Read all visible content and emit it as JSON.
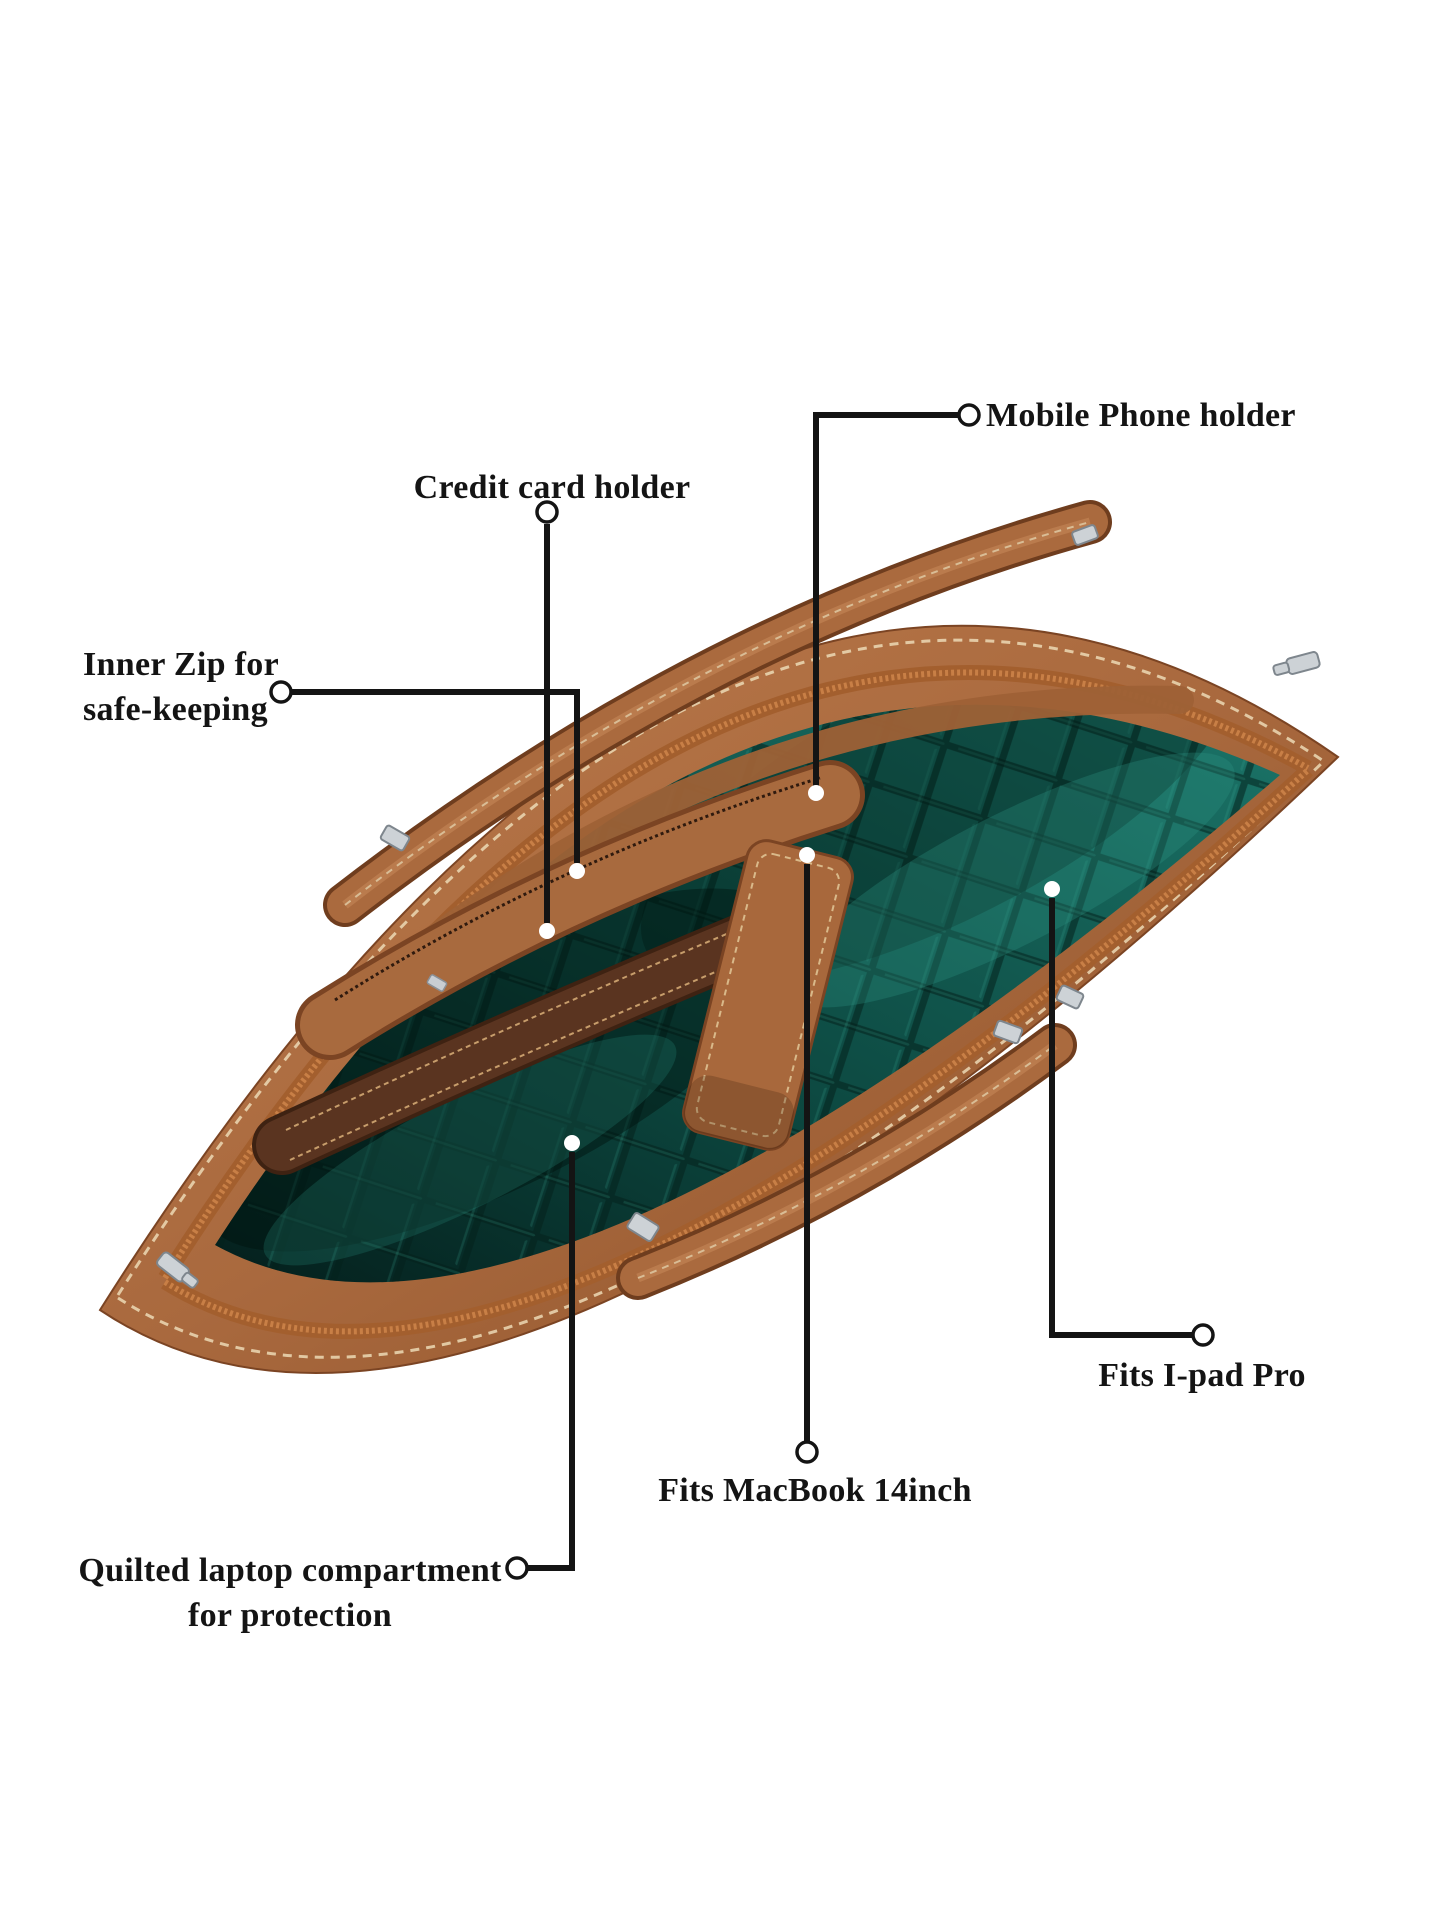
{
  "figure": {
    "type": "annotated-product-diagram",
    "subject": "Top view of an open tan leather laptop briefcase with teal quilted lining",
    "background": "#ffffff"
  },
  "product": {
    "colors": {
      "leather_tan": "#a9693e",
      "leather_dark": "#7b4423",
      "lining_teal": "#0d4a42",
      "lining_teal_dark": "#041f1c",
      "lining_teal_light": "#1b7468",
      "organizer_brown": "#5a3420",
      "stitching_cream": "#ecd9b5",
      "zipper_tape": "#a35f2e",
      "hardware_silver": "#cdd2d6",
      "callout_line": "#141414"
    }
  },
  "callouts": [
    {
      "id": "mobile-phone-holder",
      "label": "Mobile Phone holder"
    },
    {
      "id": "credit-card-holder",
      "label": "Credit card holder"
    },
    {
      "id": "inner-zip",
      "label": "Inner Zip for safe-keeping",
      "lines": [
        "Inner Zip for",
        "safe-keeping"
      ]
    },
    {
      "id": "fits-ipad-pro",
      "label": "Fits I-pad Pro"
    },
    {
      "id": "fits-macbook-14inch",
      "label": "Fits MacBook 14inch"
    },
    {
      "id": "quilted-laptop-compartment",
      "label": "Quilted laptop compartment for protection",
      "lines": [
        "Quilted laptop compartment",
        "for protection"
      ]
    }
  ]
}
